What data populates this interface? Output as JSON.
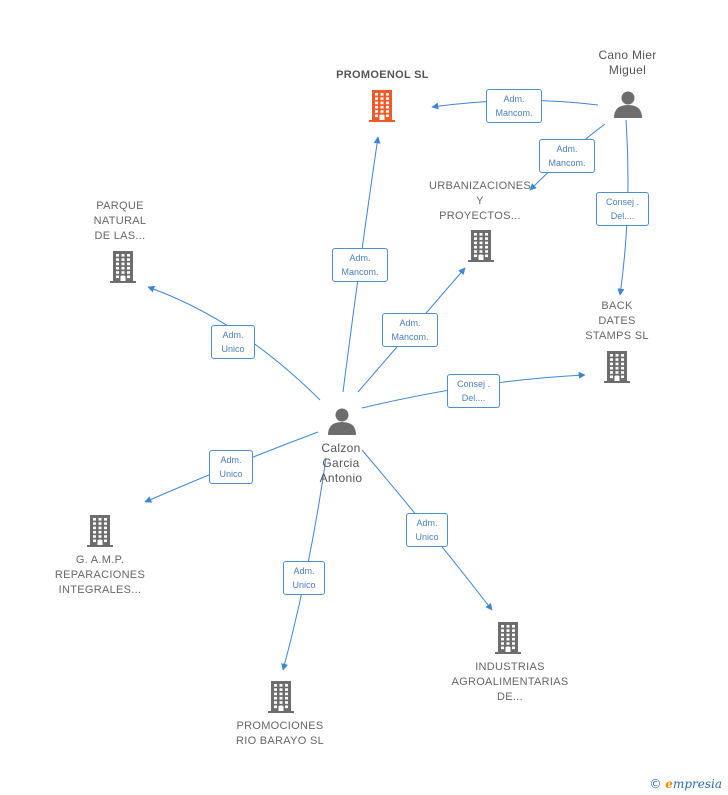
{
  "colors": {
    "edge": "#3d86d6",
    "building": "#6d6d6d",
    "building_highlight": "#f05a28",
    "person": "#6d6d6d"
  },
  "nodes": {
    "promoenol": {
      "label": "PROMOENOL SL",
      "icon": "building-icon-highlight"
    },
    "cano": {
      "label": "Cano Mier\nMiguel",
      "icon": "person-icon"
    },
    "urbanizaciones": {
      "label": "URBANIZACIONES\nY\nPROYECTOS...",
      "icon": "building-icon"
    },
    "parque": {
      "label": "PARQUE\nNATURAL\nDE LAS...",
      "icon": "building-icon"
    },
    "back": {
      "label": "BACK\nDATES\nSTAMPS SL",
      "icon": "building-icon"
    },
    "calzon": {
      "label": "Calzon\nGarcia\nAntonio",
      "icon": "person-icon"
    },
    "gamp": {
      "label": "G. A.M.P.\nREPARACIONES\nINTEGRALES...",
      "icon": "building-icon"
    },
    "industrias": {
      "label": "INDUSTRIAS\nAGROALIMENTARIAS\nDE...",
      "icon": "building-icon"
    },
    "promociones": {
      "label": "PROMOCIONES\nRIO BARAYO SL",
      "icon": "building-icon"
    }
  },
  "edges": {
    "cano_promoenol": "Adm.\nMancom.",
    "cano_urbanizaciones": "Adm.\nMancom.",
    "cano_back": "Consej .\nDel....",
    "calzon_promoenol": "Adm.\nMancom.",
    "calzon_urbanizaciones": "Adm.\nMancom.",
    "calzon_parque": "Adm.\nUnico",
    "calzon_back": "Consej .\nDel....",
    "calzon_gamp": "Adm.\nUnico",
    "calzon_industrias": "Adm.\nUnico",
    "calzon_promociones": "Adm.\nUnico"
  },
  "brand": {
    "copyright": "©",
    "name": "mpresia",
    "initial": "e"
  }
}
